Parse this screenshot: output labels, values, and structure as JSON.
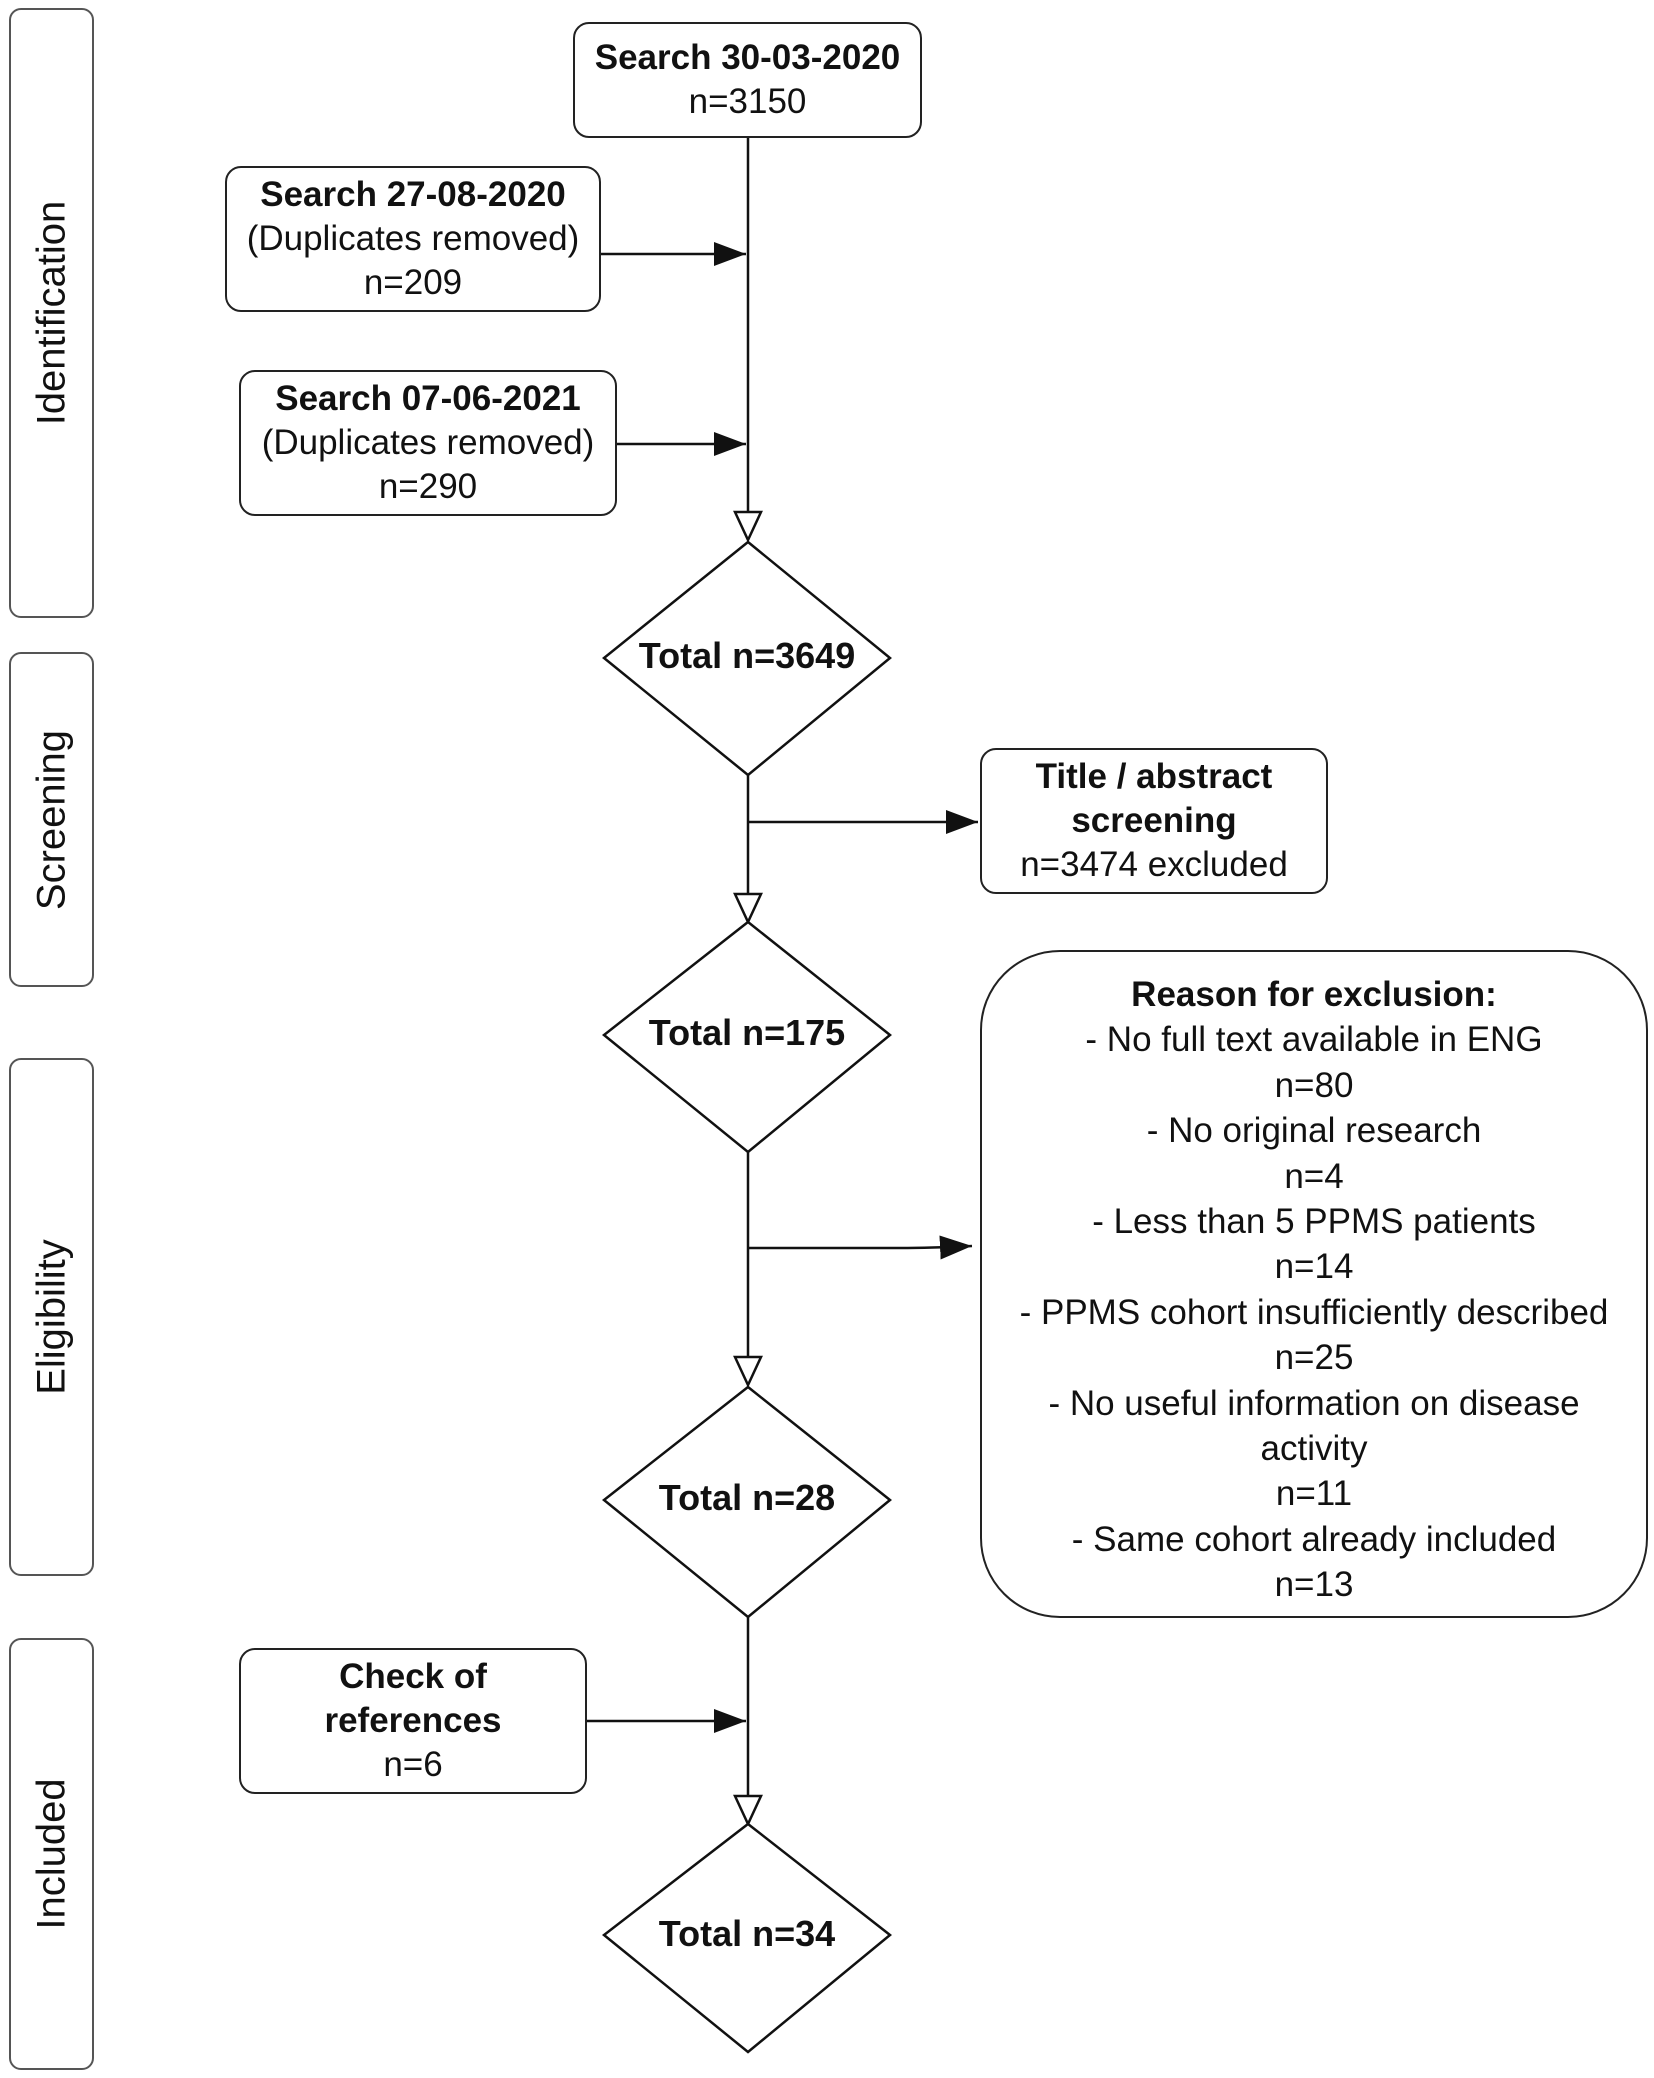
{
  "stages": [
    "Identification",
    "Screening",
    "Eligibility",
    "Included"
  ],
  "search1": {
    "title": "Search 30-03-2020",
    "count": "n=3150"
  },
  "search2": {
    "title": "Search 27-08-2020",
    "note": "(Duplicates removed)",
    "count": "n=209"
  },
  "search3": {
    "title": "Search 07-06-2021",
    "note": "(Duplicates removed)",
    "count": "n=290"
  },
  "totals": [
    "Total n=3649",
    "Total n=175",
    "Total n=28",
    "Total n=34"
  ],
  "screening": {
    "title1": "Title / abstract",
    "title2": "screening",
    "count": "n=3474 excluded"
  },
  "reasons": {
    "title": "Reason for exclusion:",
    "lines": [
      "- No full text available in ENG",
      "n=80",
      "- No original research",
      "n=4",
      "- Less than 5 PPMS patients",
      "n=14",
      "- PPMS cohort insufficiently described",
      "n=25",
      "- No useful information on disease",
      "activity",
      "n=11",
      "- Same cohort already included",
      "n=13"
    ]
  },
  "references": {
    "title1": "Check of",
    "title2": "references",
    "count": "n=6"
  }
}
